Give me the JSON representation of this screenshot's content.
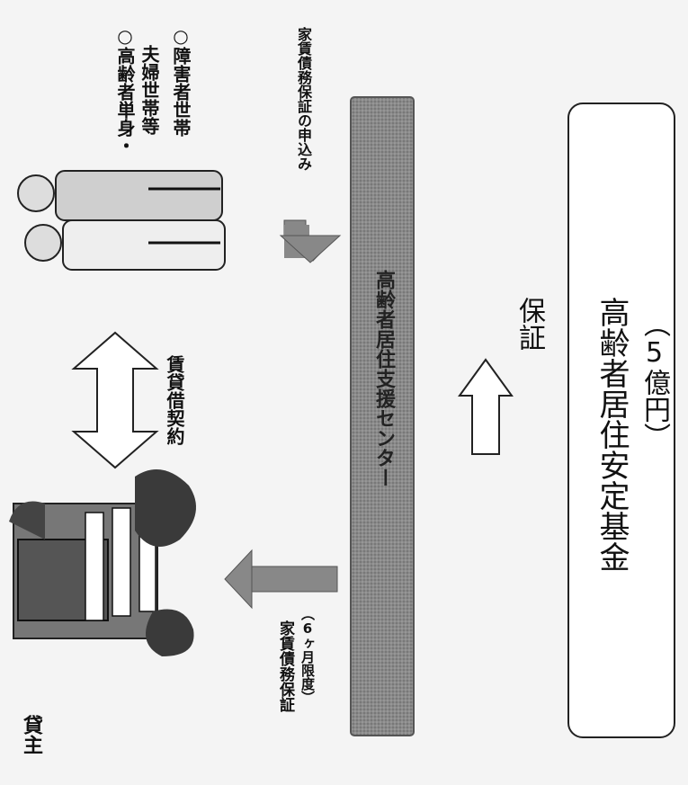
{
  "landlord_label": "貸主",
  "lease_contract_label": "賃貸借契約",
  "tenant_categories": [
    "○高齢者単身・",
    "夫婦世帯等",
    "○障害者世帯"
  ],
  "application_label": "家賃債務保証の申込み",
  "rent_guarantee_label": "家賃債務保証",
  "guarantee_limit_label": "（6ヶ月限度）",
  "center_name": "高齢者居住支援センター",
  "guarantee_label": "保証",
  "fund_name": "高齢者居住安定基金",
  "fund_amount": "（5億円）"
}
